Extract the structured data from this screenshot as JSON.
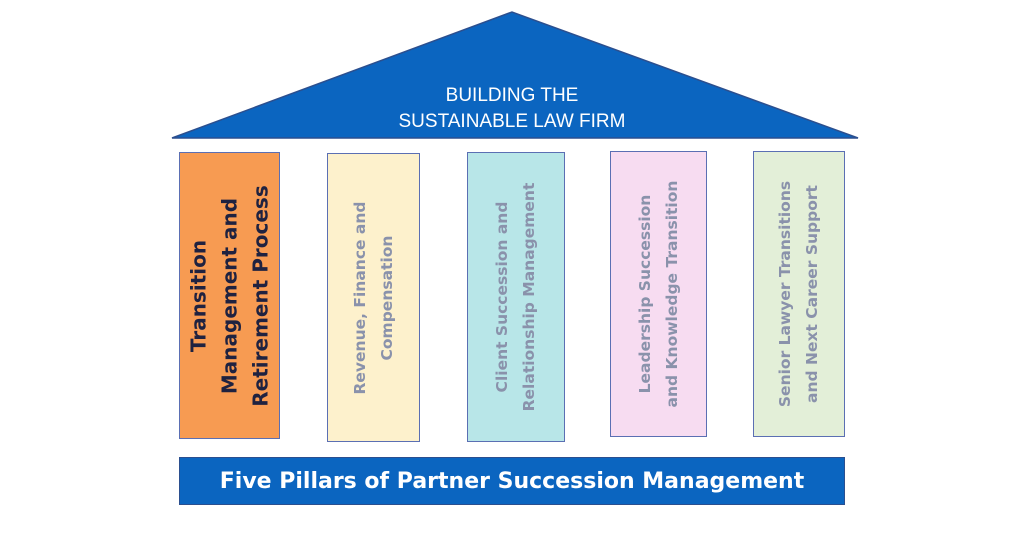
{
  "roof": {
    "title_line1": "BUILDING THE",
    "title_line2": "SUSTAINABLE LAW FIRM",
    "color": "#0b65c0"
  },
  "pillars": [
    {
      "label": "Transition\nManagement and\nRetirement Process",
      "fill": "#f79b52"
    },
    {
      "label": "Revenue, Finance and\nCompensation",
      "fill": "#fdf1cc"
    },
    {
      "label": "Client Succession and\nRelationship Management",
      "fill": "#b8e6e8"
    },
    {
      "label": "Leadership Succession\nand Knowledge Transition",
      "fill": "#f7dcf1"
    },
    {
      "label": "Senior Lawyer Transitions\nand Next Career Support",
      "fill": "#e3efd8"
    }
  ],
  "base": {
    "label": "Five Pillars of Partner Succession Management",
    "color": "#0b65c0"
  }
}
